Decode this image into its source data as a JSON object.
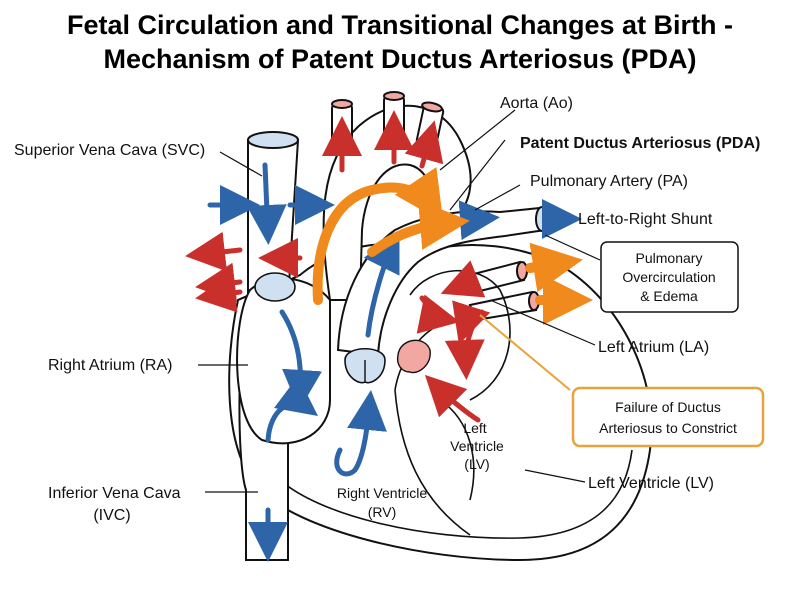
{
  "title_line1": "Fetal Circulation and Transitional Changes at Birth -",
  "title_line2": "Mechanism of Patent Ductus Arteriosus (PDA)",
  "labels": {
    "aorta": "Aorta (Ao)",
    "pda": "Patent Ductus Arteriosus (PDA)",
    "svc": "Superior Vena Cava (SVC)",
    "pa": "Pulmonary Artery (PA)",
    "shunt": "Left-to-Right Shunt",
    "overcirc_1": "Pulmonary",
    "overcirc_2": "Overcirculation",
    "overcirc_3": "& Edema",
    "la": "Left Atrium (LA)",
    "ra": "Right Atrium (RA)",
    "failure_1": "Failure of Ductus",
    "failure_2": "Arteriosus to Constrict",
    "lv_inner_1": "Left",
    "lv_inner_2": "Ventricle",
    "lv_inner_3": "(LV)",
    "lv": "Left Ventricle (LV)",
    "ivc_1": "Inferior Vena Cava",
    "ivc_2": "(IVC)",
    "rv_1": "Right Ventricle",
    "rv_2": "(RV)"
  },
  "colors": {
    "deoxygenated_flow": "#2e64a8",
    "oxygenated_flow": "#c9302c",
    "shunt_flow": "#f08a1c",
    "highlight_border": "#e8a33a",
    "valve_blue": "#cfe0f1",
    "valve_pink": "#f2a7a3"
  }
}
